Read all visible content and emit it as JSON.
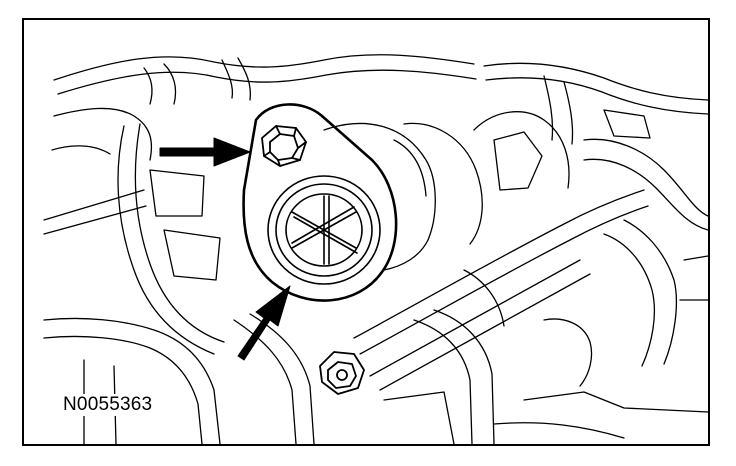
{
  "figure": {
    "id_label": "N0055363"
  },
  "colors": {
    "ink": "#000000",
    "paper": "#ffffff"
  },
  "callouts": [
    {
      "name": "bolt-arrow",
      "target": "bolt-head"
    },
    {
      "name": "sensor-arrow",
      "target": "sensor-plug"
    }
  ]
}
